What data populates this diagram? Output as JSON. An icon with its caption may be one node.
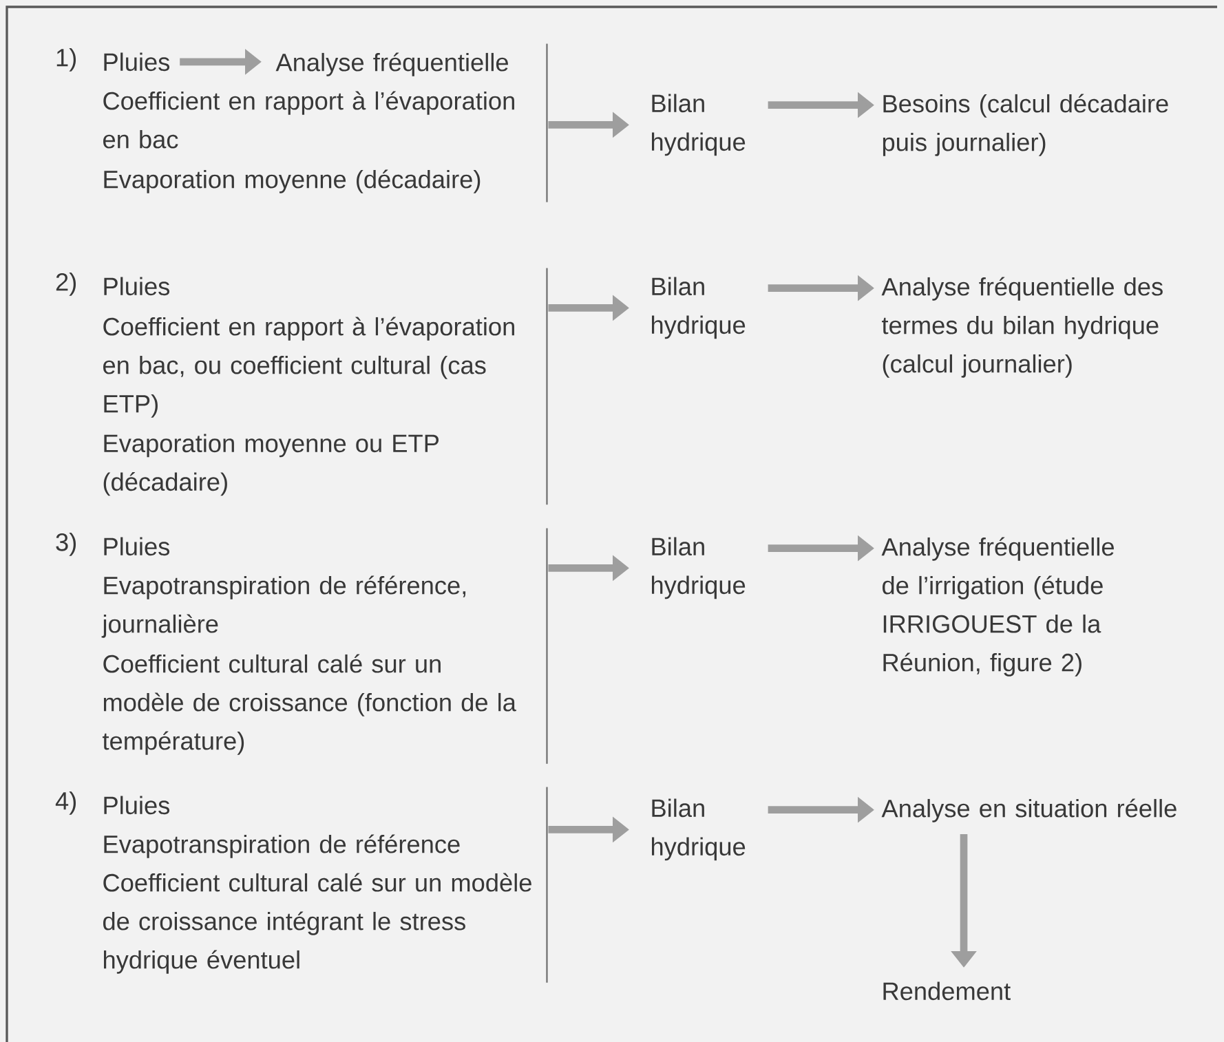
{
  "diagram": {
    "nodes": [
      {
        "text": [
          "1)"
        ]
      },
      {
        "text": [
          "Pluies"
        ],
        "in": 0
      },
      {
        "text": [
          "Analyse fréquentielle"
        ],
        "in": 0
      },
      {
        "text": [
          "Coefficient en rapport à l’évaporation en bac"
        ],
        "in": 0
      },
      {
        "text": [
          "Evaporation moyenne (décadaire)"
        ],
        "in": 0
      },
      {
        "text": [
          "Bilan hydrique"
        ]
      },
      {
        "text": [
          "Besoins (calcul décadaire puis journalier)"
        ]
      },
      {
        "text": [
          "2)"
        ]
      },
      {
        "text": [
          "Pluies"
        ],
        "in": 7
      },
      {
        "text": [
          "Coefficient en rapport à l’évaporation en bac, ou coefficient cultural (cas ETP)"
        ],
        "in": 7
      },
      {
        "text": [
          "Evaporation moyenne ou ETP (décadaire)"
        ],
        "in": 7
      },
      {
        "text": [
          "Bilan hydrique"
        ]
      },
      {
        "text": [
          "Analyse fréquentielle des termes du bilan hydrique (calcul journalier)"
        ]
      },
      {
        "text": [
          "3)"
        ]
      },
      {
        "text": [
          "Pluies"
        ],
        "in": 13
      },
      {
        "text": [
          "Evapotranspiration de référence, journalière"
        ],
        "in": 13
      },
      {
        "text": [
          "Coefficient cultural calé sur un modèle de croissance (fonction de la température)"
        ],
        "in": 13
      },
      {
        "text": [
          "Bilan hydrique"
        ]
      },
      {
        "text": [
          "Analyse fréquentielle de l’irrigation (étude IRRIGOUEST de la Réunion, figure 2)"
        ]
      },
      {
        "text": [
          "4)"
        ]
      },
      {
        "text": [
          "Pluies"
        ],
        "in": 19
      },
      {
        "text": [
          "Evapotranspiration de référence"
        ],
        "in": 19
      },
      {
        "text": [
          "Coefficient cultural calé sur un modèle de croissance intégrant le stress hydrique éventuel"
        ],
        "in": 19
      },
      {
        "text": [
          "Bilan hydrique"
        ]
      },
      {
        "text": [
          "Analyse en situation réelle"
        ]
      },
      {
        "text": [
          "Rendement"
        ]
      }
    ],
    "edges": [
      {
        "from": 1,
        "to": 2,
        "arrow": "to"
      },
      {
        "from": 0,
        "to": 5,
        "arrow": "to"
      },
      {
        "from": 5,
        "to": 6,
        "arrow": "to"
      },
      {
        "from": 7,
        "to": 11,
        "arrow": "to"
      },
      {
        "from": 11,
        "to": 12,
        "arrow": "to"
      },
      {
        "from": 13,
        "to": 17,
        "arrow": "to"
      },
      {
        "from": 17,
        "to": 18,
        "arrow": "to"
      },
      {
        "from": 19,
        "to": 23,
        "arrow": "to"
      },
      {
        "from": 23,
        "to": 24,
        "arrow": "to"
      },
      {
        "from": 24,
        "to": 25,
        "arrow": "to"
      }
    ]
  }
}
